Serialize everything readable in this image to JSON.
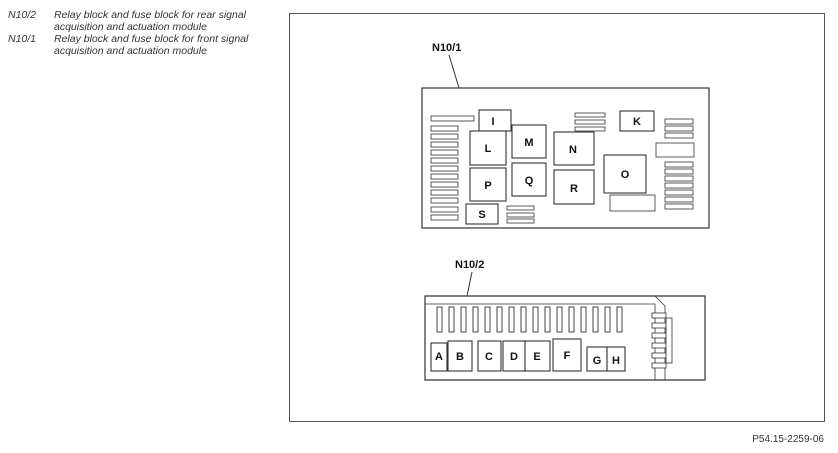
{
  "legend": [
    {
      "code": "N10/2",
      "desc": "Relay block and fuse block for rear signal acquisition and actuation module"
    },
    {
      "code": "N10/1",
      "desc": "Relay block and fuse block for front signal acquisition and actuation module"
    }
  ],
  "diagram": {
    "front_block_label": "N10/1",
    "rear_block_label": "N10/2",
    "front_relays": [
      "I",
      "K",
      "L",
      "M",
      "N",
      "O",
      "P",
      "Q",
      "R",
      "S"
    ],
    "rear_relays": [
      "A",
      "B",
      "C",
      "D",
      "E",
      "F",
      "G",
      "H"
    ]
  },
  "reference": "P54.15-2259-06"
}
